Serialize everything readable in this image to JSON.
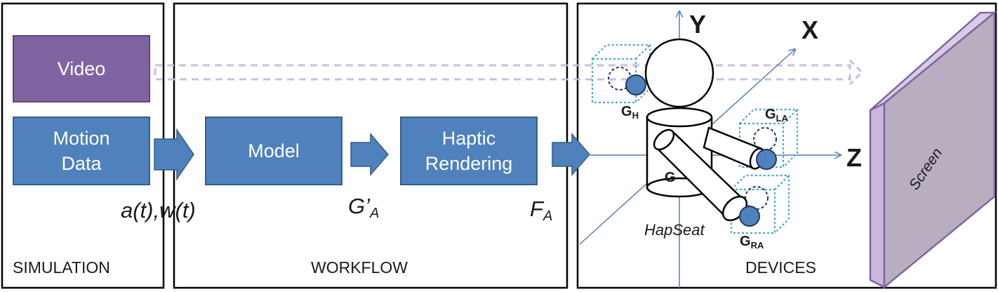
{
  "panels": {
    "simulation": "SIMULATION",
    "workflow": "WORKFLOW",
    "devices": "DEVICES"
  },
  "boxes": {
    "video": "Video",
    "motion_data_line1": "Motion",
    "motion_data_line2": "Data",
    "model": "Model",
    "haptic_line1": "Haptic",
    "haptic_line2": "Rendering"
  },
  "signals": {
    "motion": "a(t),w(t)",
    "model_out_main": "G’",
    "model_out_sub": "A",
    "force_main": "F",
    "force_sub": "A"
  },
  "axes": {
    "x": "X",
    "y": "Y",
    "z": "Z"
  },
  "points": {
    "head_main": "G",
    "head_sub": "H",
    "left_arm_main": "G",
    "left_arm_sub": "LA",
    "right_arm_main": "G",
    "right_arm_sub": "RA",
    "center": "G"
  },
  "device_label": "HapSeat",
  "screen_label": "Screen",
  "colors": {
    "box_blue": "#4f81bd",
    "box_purple": "#8064a2",
    "arrow_blue": "#4f81bd",
    "axis_line": "#4f81bd",
    "dotted_cube": "#4bacc6",
    "screen_face": "#b8aec0",
    "screen_edge": "#8064a2"
  }
}
